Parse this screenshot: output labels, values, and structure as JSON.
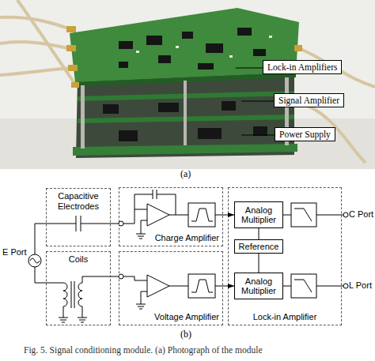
{
  "diagram": {
    "caption": "Fig. 5. Signal conditioning module. (a) Photograph of the module",
    "nodes": [
      {
        "text": [
          "Lock-in Amplifiers"
        ]
      },
      {
        "text": [
          "Signal Amplifier"
        ]
      },
      {
        "text": [
          "Power Supply"
        ]
      },
      {
        "text": [
          "Capacitive Electrodes"
        ]
      },
      {
        "text": [
          "Charge Amplifier"
        ]
      },
      {
        "text": [
          "Lock-in Amplifier"
        ]
      },
      {
        "text": [
          "Analog Multiplier"
        ],
        "in": 5
      },
      {
        "text": [
          "Reference"
        ],
        "in": 5
      },
      {
        "text": [
          "Analog Multiplier"
        ],
        "in": 5
      },
      {
        "text": [
          "Coils"
        ]
      },
      {
        "text": [
          "Voltage Amplifier"
        ]
      }
    ],
    "edges": [
      {
        "from": 3,
        "to": 4,
        "arrow": "none"
      },
      {
        "from": 4,
        "to": 6,
        "arrow": "to"
      },
      {
        "from": 6,
        "to": 7,
        "arrow": "none"
      },
      {
        "from": 7,
        "to": 8,
        "arrow": "none"
      },
      {
        "from": 9,
        "to": 10,
        "arrow": "none"
      },
      {
        "from": 10,
        "to": 8,
        "arrow": "to"
      }
    ],
    "labels": [
      "(a)",
      "E Port",
      "C Port",
      "L Port",
      "(b)"
    ]
  }
}
